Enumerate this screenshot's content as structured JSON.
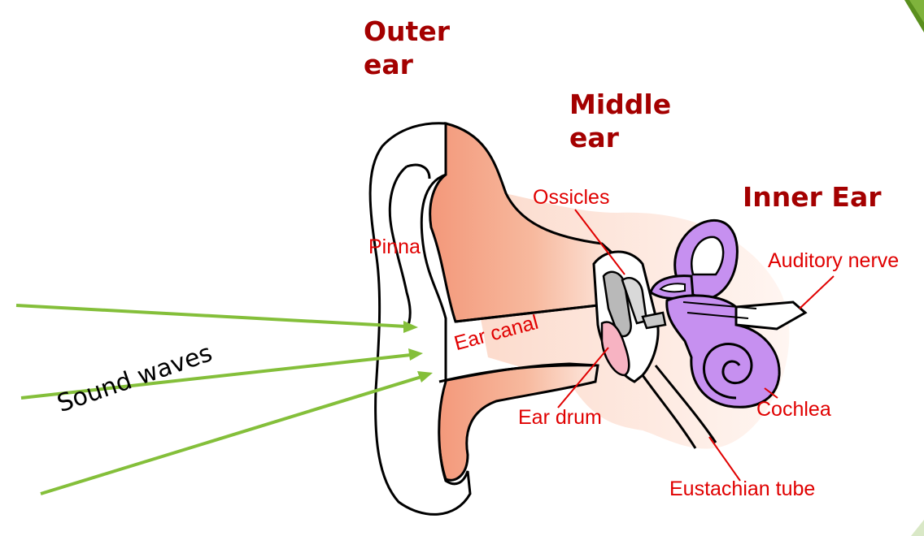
{
  "diagram": {
    "regions": {
      "outer": "Outer\near",
      "middle": "Middle\near",
      "inner": "Inner Ear"
    },
    "parts": {
      "ossicles": "Ossicles",
      "pinna": "Pinna",
      "auditory_nerve": "Auditory nerve",
      "ear_canal": "Ear canal",
      "ear_drum": "Ear drum",
      "cochlea": "Cochlea",
      "eustachian_tube": "Eustachian tube"
    },
    "caption": "Sound waves"
  },
  "colors": {
    "region_label": "#a40000",
    "part_label": "#e00000",
    "skin": "#f4a07e",
    "inner_ear": "#c690f0",
    "arrow": "#84bf3a",
    "leader": "#e00000",
    "slide_accent": "#5a8f1e"
  },
  "icons": [
    "slide-corner-accent-icon",
    "sound-wave-arrow-icon"
  ]
}
